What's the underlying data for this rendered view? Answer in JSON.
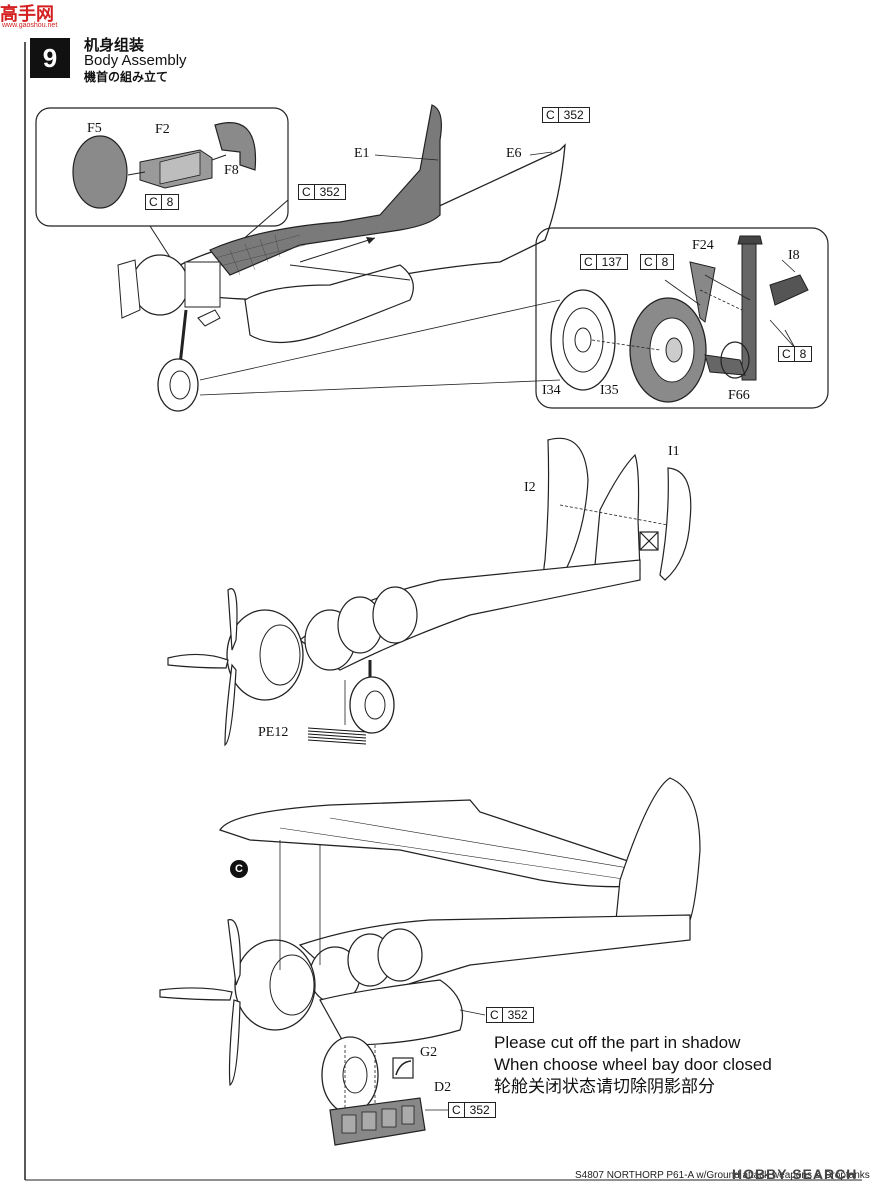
{
  "logo": {
    "text": "高手网",
    "sub": "www.gaoshou.net"
  },
  "step": {
    "number": "9",
    "title_cn": "机身组装",
    "title_en": "Body Assembly",
    "title_jp": "機首の組み立て"
  },
  "labels": {
    "f5": "F5",
    "f2": "F2",
    "f8": "F8",
    "e1": "E1",
    "e6": "E6",
    "f24": "F24",
    "i8": "I8",
    "i34": "I34",
    "i35": "I35",
    "f66": "F66",
    "i1": "I1",
    "i2": "I2",
    "pe12": "PE12",
    "g2": "G2",
    "d2": "D2"
  },
  "refs": {
    "r1": {
      "c": "C",
      "n": "8"
    },
    "r2": {
      "c": "C",
      "n": "352"
    },
    "r3": {
      "c": "C",
      "n": "352"
    },
    "r4": {
      "c": "C",
      "n": "137"
    },
    "r5": {
      "c": "C",
      "n": "8"
    },
    "r6": {
      "c": "C",
      "n": "8"
    },
    "r7": {
      "c": "C",
      "n": "352"
    },
    "r8": {
      "c": "C",
      "n": "352"
    }
  },
  "circle_c": "C",
  "note": {
    "line1": "Please cut off the part in shadow",
    "line2": "When choose wheel bay door closed",
    "line3": "轮舱关闭状态请切除阴影部分"
  },
  "footer": "S4807  NORTHORP P61-A w/Ground attack weapons & Droptanks",
  "watermark": "HOBBY SEARCH"
}
